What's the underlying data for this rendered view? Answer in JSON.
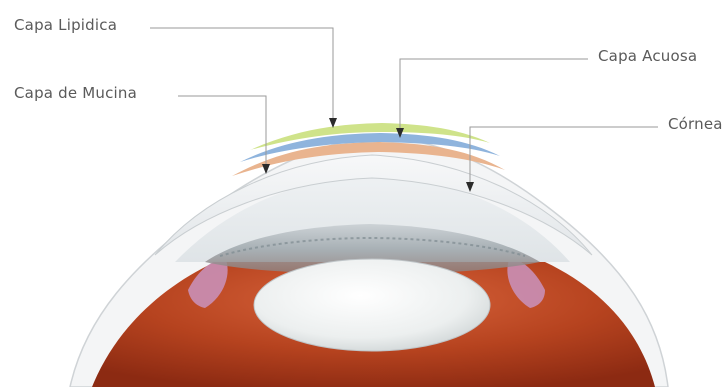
{
  "labels": {
    "lipid_layer": "Capa Lipidica",
    "mucin_layer": "Capa de Mucina",
    "aqueous_layer": "Capa Acuosa",
    "cornea": "Córnea"
  },
  "colors": {
    "lipid_layer": "#cfe38a",
    "aqueous_layer": "#8fb4dd",
    "mucin_layer": "#e9b48f",
    "cornea": "#eef0f1",
    "iris": "#b84a2a",
    "lens": "#eceeee",
    "sclera_pink": "#c98fb6"
  }
}
